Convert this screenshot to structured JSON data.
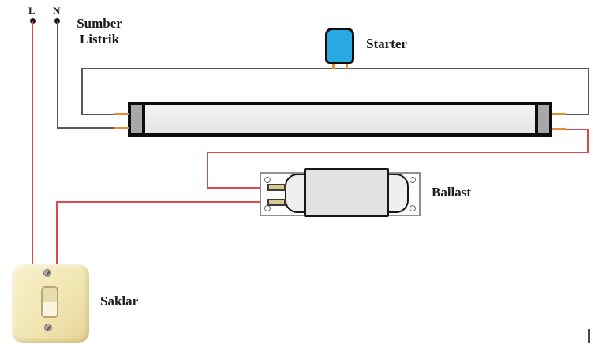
{
  "diagram": {
    "type": "fluorescent-lamp-wiring-diagram",
    "labels": {
      "terminal_live": "L",
      "terminal_neutral": "N",
      "power_source_line1": "Sumber",
      "power_source_line2": "Listrik",
      "starter": "Starter",
      "ballast": "Ballast",
      "switch": "Saklar"
    },
    "components": {
      "power_source": "Sumber Listrik (mains supply terminals L and N)",
      "starter": "Starter (blue canister above lamp tube)",
      "lamp_tube": "Fluorescent tube with two end caps and two pins per end",
      "ballast": "Ballast (capsule on mounting plate with two left-side terminals)",
      "switch": "Saklar (cream wall rocker switch with two screws)"
    },
    "colors": {
      "live_wire": "#dc4a50",
      "neutral_wire": "#58585a",
      "tube_pin": "#e98b2d",
      "starter_body": "#29a9e1",
      "tube_fill": "#ececec",
      "tube_cap": "#a8a8a8",
      "outline": "#0d0d0d",
      "ballast_body": "#e2e2e2",
      "ballast_pin": "#d9c98e",
      "switch_plate": "#f2e6b4",
      "text": "#1c1c1c",
      "cursor_mark": "#4a4a4a"
    }
  }
}
